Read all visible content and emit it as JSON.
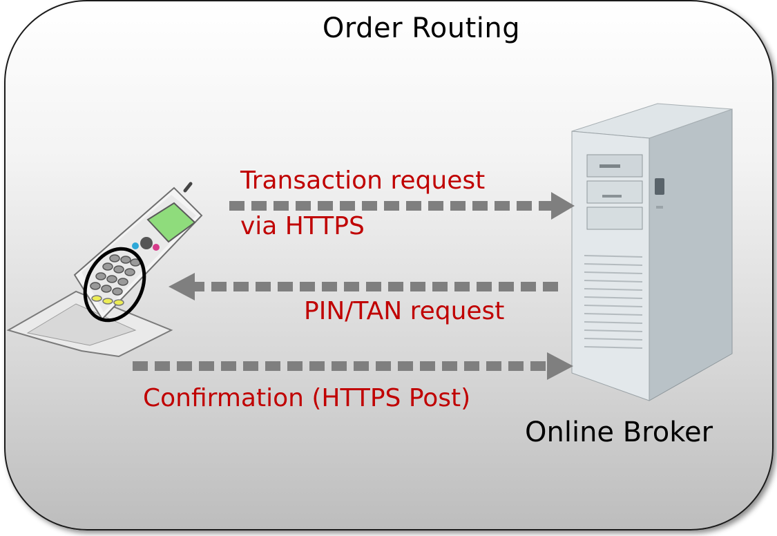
{
  "diagram": {
    "title": "Order Routing",
    "messages": [
      {
        "id": "transaction",
        "line1": "Transaction request",
        "line2": "via HTTPS",
        "direction": "phone-to-broker"
      },
      {
        "id": "pin",
        "line1": "PIN/TAN request",
        "direction": "broker-to-phone"
      },
      {
        "id": "confirmation",
        "line1": "Confirmation (HTTPS Post)",
        "direction": "phone-to-broker"
      }
    ],
    "nodes": {
      "client": {
        "icon": "mobile-phone-icon"
      },
      "server": {
        "label": "Online Broker",
        "icon": "server-tower-icon"
      }
    },
    "colors": {
      "message_text": "#c00000",
      "arrow": "#7f7f7f",
      "title_text": "#000000",
      "panel_border": "#1a1a1a"
    }
  }
}
